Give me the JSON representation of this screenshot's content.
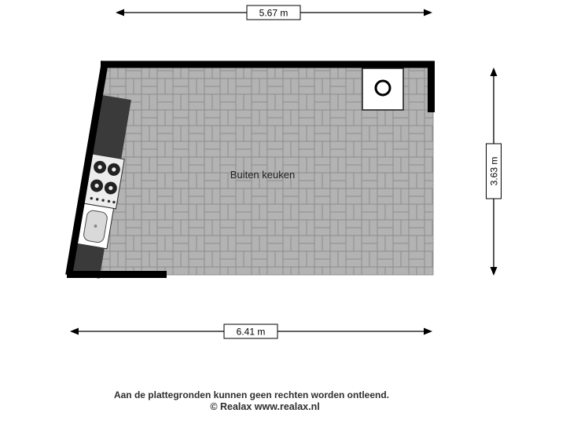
{
  "floorplan": {
    "room_label": "Buiten keuken",
    "dimensions": {
      "top": "5.67 m",
      "right": "3.63 m",
      "bottom": "6.41 m"
    },
    "colors": {
      "background": "#ffffff",
      "floor": "#b3b3b3",
      "floor_joint": "#8c8c8c",
      "wall": "#000000",
      "counter": "#3a3a3a",
      "fixture_fill": "#ffffff",
      "fixture_stroke": "#1a1a1a",
      "burner": "#222222",
      "basin": "#d9d9d9"
    }
  },
  "footer": {
    "disclaimer": "Aan de plattegronden kunnen geen rechten worden ontleend.",
    "copyright": "© Realax www.realax.nl"
  }
}
